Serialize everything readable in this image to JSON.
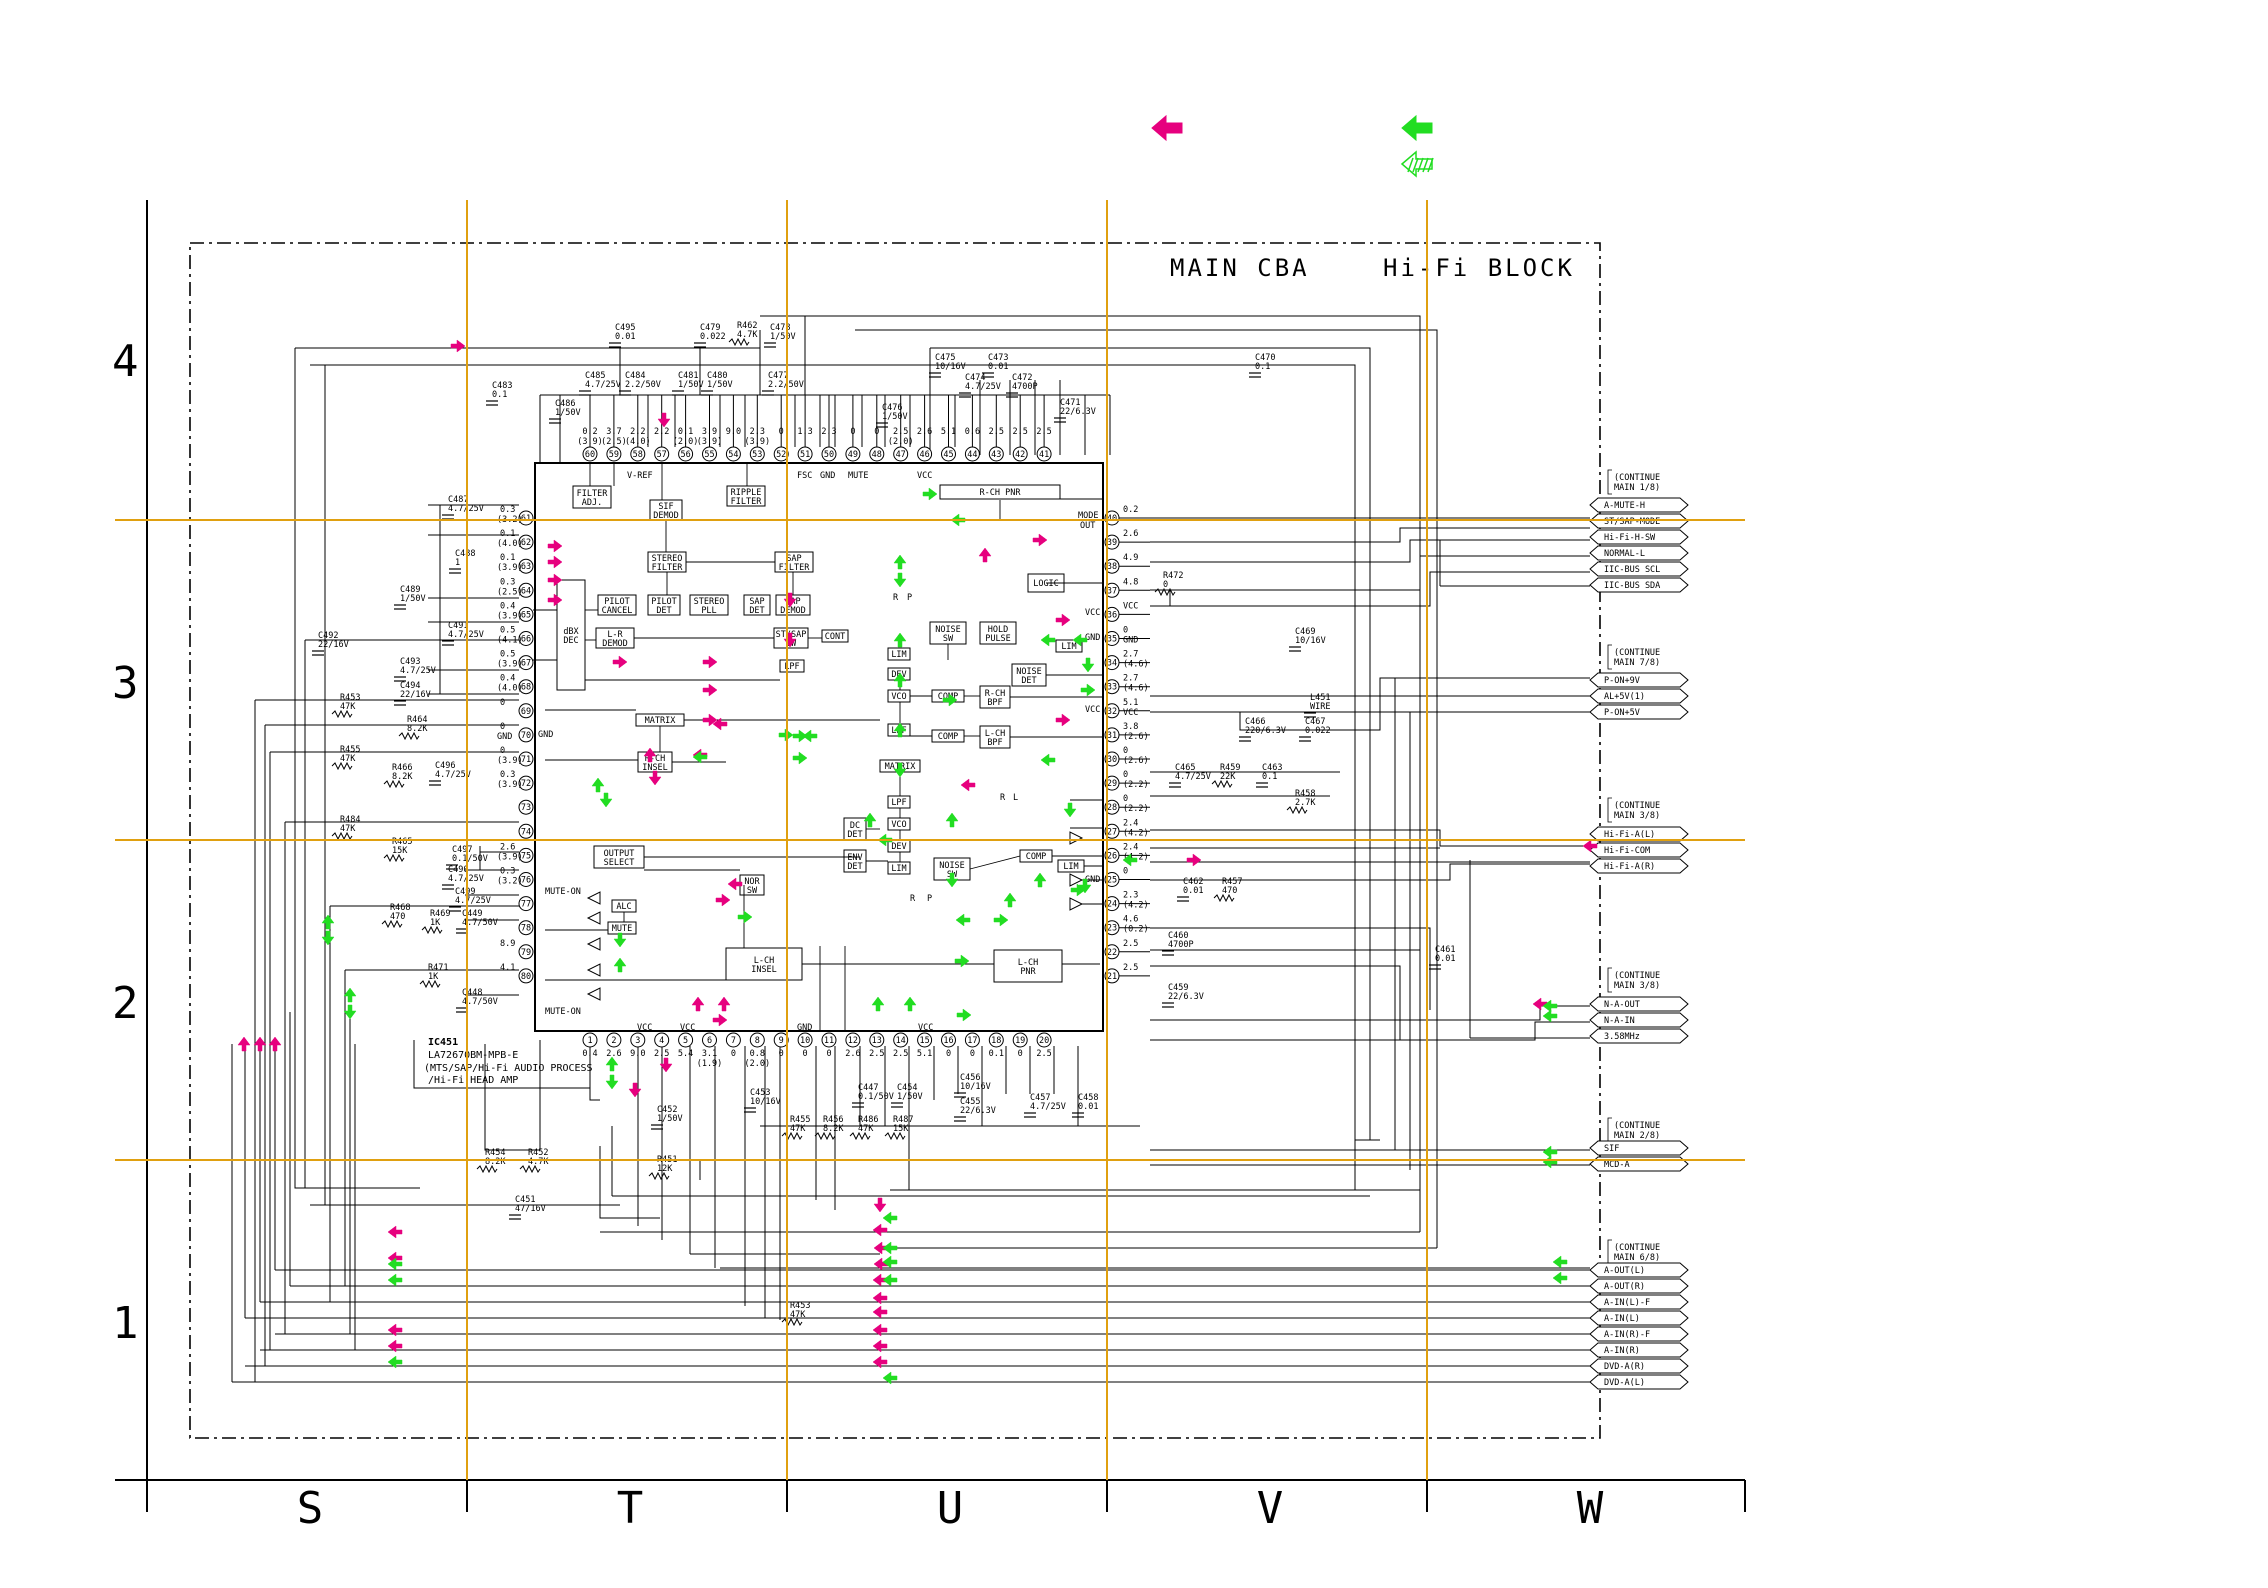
{
  "titles": {
    "board": "MAIN CBA",
    "block": "Hi-Fi BLOCK"
  },
  "colors": {
    "pink": "#e6007e",
    "green": "#22dd22",
    "grid": "#e0a010",
    "line": "#000000"
  },
  "grid": {
    "rows": [
      "4",
      "3",
      "2",
      "1"
    ],
    "cols": [
      "S",
      "T",
      "U",
      "V",
      "W"
    ]
  },
  "ic": {
    "ref": "IC451",
    "part": "LA72670BM-MPB-E",
    "desc1": "(MTS/SAP/Hi-Fi AUDIO PROCESS",
    "desc2": "/Hi-Fi HEAD AMP"
  },
  "blocks": [
    {
      "id": "filter-adj",
      "l1": "FILTER",
      "l2": "ADJ."
    },
    {
      "id": "sif-demod",
      "l1": "SIF",
      "l2": "DEMOD"
    },
    {
      "id": "ripple-filter",
      "l1": "RIPPLE",
      "l2": "FILTER"
    },
    {
      "id": "stereo-filter",
      "l1": "STEREO",
      "l2": "FILTER"
    },
    {
      "id": "sap-filter",
      "l1": "SAP",
      "l2": "FILTER"
    },
    {
      "id": "pilot-cancel",
      "l1": "PILOT",
      "l2": "CANCEL"
    },
    {
      "id": "pilot-det",
      "l1": "PILOT",
      "l2": "DET"
    },
    {
      "id": "stereo-pll",
      "l1": "STEREO",
      "l2": "PLL"
    },
    {
      "id": "sap-det",
      "l1": "SAP",
      "l2": "DET"
    },
    {
      "id": "sap-demod",
      "l1": "SAP",
      "l2": "DEMOD"
    },
    {
      "id": "lr-demod",
      "l1": "L-R",
      "l2": "DEMOD"
    },
    {
      "id": "dbx-dec",
      "l1": "dBX",
      "l2": "DEC"
    },
    {
      "id": "st-sap-sw",
      "l1": "ST/SAP",
      "l2": "SW"
    },
    {
      "id": "cont",
      "l1": "CONT",
      "l2": ""
    },
    {
      "id": "lpf-a",
      "l1": "LPF",
      "l2": ""
    },
    {
      "id": "matrix-a",
      "l1": "MATRIX",
      "l2": ""
    },
    {
      "id": "rch-insel",
      "l1": "R-CH",
      "l2": "INSEL"
    },
    {
      "id": "output-select",
      "l1": "OUTPUT",
      "l2": "SELECT"
    },
    {
      "id": "alc",
      "l1": "ALC",
      "l2": ""
    },
    {
      "id": "mute",
      "l1": "MUTE",
      "l2": ""
    },
    {
      "id": "nor-sw",
      "l1": "NOR",
      "l2": "SW"
    },
    {
      "id": "lch-insel",
      "l1": "L-CH",
      "l2": "INSEL"
    },
    {
      "id": "rch-pnr",
      "l1": "R-CH PNR",
      "l2": ""
    },
    {
      "id": "logic",
      "l1": "LOGIC",
      "l2": ""
    },
    {
      "id": "noise-sw-a",
      "l1": "NOISE",
      "l2": "SW"
    },
    {
      "id": "hold-pulse",
      "l1": "HOLD",
      "l2": "PULSE"
    },
    {
      "id": "lim-a",
      "l1": "LIM",
      "l2": ""
    },
    {
      "id": "dev",
      "l1": "DEV",
      "l2": ""
    },
    {
      "id": "vco-a",
      "l1": "VCO",
      "l2": ""
    },
    {
      "id": "comp-a",
      "l1": "COMP",
      "l2": ""
    },
    {
      "id": "rch-bpf",
      "l1": "R-CH",
      "l2": "BPF"
    },
    {
      "id": "noise-det",
      "l1": "NOISE",
      "l2": "DET"
    },
    {
      "id": "lim-b",
      "l1": "LIM",
      "l2": ""
    },
    {
      "id": "lpf-b",
      "l1": "LPF",
      "l2": ""
    },
    {
      "id": "comp-b",
      "l1": "COMP",
      "l2": ""
    },
    {
      "id": "lch-bpf",
      "l1": "L-CH",
      "l2": "BPF"
    },
    {
      "id": "matrix-b",
      "l1": "MATRIX",
      "l2": ""
    },
    {
      "id": "lpf-c",
      "l1": "LPF",
      "l2": ""
    },
    {
      "id": "vco-b",
      "l1": "VCO",
      "l2": ""
    },
    {
      "id": "dc-det",
      "l1": "DC",
      "l2": "DET"
    },
    {
      "id": "env-det",
      "l1": "ENV",
      "l2": "DET"
    },
    {
      "id": "dev-b",
      "l1": "DEV",
      "l2": ""
    },
    {
      "id": "lim-c",
      "l1": "LIM",
      "l2": ""
    },
    {
      "id": "noise-sw-b",
      "l1": "NOISE",
      "l2": "SW"
    },
    {
      "id": "comp-c",
      "l1": "COMP",
      "l2": ""
    },
    {
      "id": "lch-pnr",
      "l1": "L-CH",
      "l2": "PNR"
    },
    {
      "id": "lim-d",
      "l1": "LIM",
      "l2": ""
    }
  ],
  "connectors": [
    {
      "cont": "(CONTINUE",
      "main": "MAIN 1/8)",
      "signals": [
        "A-MUTE-H",
        "ST/SAP-MODE",
        "Hi-Fi-H-SW",
        "NORMAL-L",
        "IIC-BUS SCL",
        "IIC-BUS SDA"
      ]
    },
    {
      "cont": "(CONTINUE",
      "main": "MAIN 7/8)",
      "signals": [
        "P-ON+9V",
        "AL+5V(1)",
        "P-ON+5V"
      ]
    },
    {
      "cont": "(CONTINUE",
      "main": "MAIN 3/8)",
      "signals": [
        "Hi-Fi-A(L)",
        "Hi-Fi-COM",
        "Hi-Fi-A(R)"
      ]
    },
    {
      "cont": "(CONTINUE",
      "main": "MAIN 3/8)",
      "signals": [
        "N-A-OUT",
        "N-A-IN",
        "3.58MHz"
      ]
    },
    {
      "cont": "(CONTINUE",
      "main": "MAIN 2/8)",
      "signals": [
        "SIF",
        "MCD-A"
      ]
    },
    {
      "cont": "(CONTINUE",
      "main": "MAIN 6/8)",
      "signals": [
        "A-OUT(L)",
        "A-OUT(R)",
        "A-IN(L)-F",
        "A-IN(L)",
        "A-IN(R)-F",
        "A-IN(R)",
        "DVD-A(R)",
        "DVD-A(L)"
      ]
    }
  ],
  "pins_top": [
    "60",
    "59",
    "58",
    "57",
    "56",
    "55",
    "54",
    "53",
    "52",
    "51",
    "50",
    "49",
    "48",
    "47",
    "46",
    "45",
    "44",
    "43",
    "42",
    "41"
  ],
  "pins_top_v": [
    "0.2",
    "3.7",
    "2.2",
    "2.2",
    "0.1",
    "3.9",
    "9.0",
    "2.3",
    "0",
    "1.3",
    "2.3",
    "0",
    "0",
    "2.5",
    "2.6",
    "5.1",
    "0.6",
    "2.5",
    "2.5",
    "2.5"
  ],
  "pins_top_v2": [
    "(3.9)",
    "(2.5)",
    "(4.0)",
    "",
    "(2.0)",
    "(3.9)",
    "",
    "(3.9)",
    "",
    "",
    "",
    "",
    "",
    "(2.0)",
    "",
    "",
    "",
    "",
    "",
    ""
  ],
  "pins_bottom": [
    "1",
    "2",
    "3",
    "4",
    "5",
    "6",
    "7",
    "8",
    "9",
    "10",
    "11",
    "12",
    "13",
    "14",
    "15",
    "16",
    "17",
    "18",
    "19",
    "20"
  ],
  "pins_bottom_v": [
    "0.4",
    "2.6",
    "9.0",
    "2.5",
    "5.4",
    "3.1",
    "0",
    "0.8",
    "0",
    "0",
    "0",
    "2.6",
    "2.5",
    "2.5",
    "5.1",
    "0",
    "0",
    "0.1",
    "0",
    "2.5"
  ],
  "pins_bottom_v2": [
    "",
    "",
    "",
    "",
    "",
    "(1.9)",
    "",
    "(2.0)",
    "",
    "",
    "",
    "",
    "",
    "",
    "",
    "",
    "",
    "",
    "",
    ""
  ],
  "pins_left": [
    "61",
    "62",
    "63",
    "64",
    "65",
    "66",
    "67",
    "68",
    "69",
    "70",
    "71",
    "72",
    "73",
    "74",
    "75",
    "76",
    "77",
    "78",
    "79",
    "80"
  ],
  "pins_left_v": [
    "0.3",
    "0.1",
    "0.1",
    "0.3",
    "0.4",
    "0.5",
    "0.5",
    "0.4",
    "0",
    "0",
    "0",
    "0.3",
    "",
    "",
    "2.6",
    "0.3",
    "",
    "",
    "8.9",
    "4.1"
  ],
  "pins_left_v2": [
    "(3.2)",
    "(4.0)",
    "(3.9)",
    "(2.5)",
    "(3.9)",
    "(4.1)",
    "(3.9)",
    "(4.0)",
    "",
    "GND",
    "(3.9)",
    "(3.9)",
    "",
    "",
    "(3.9)",
    "(3.2)",
    "",
    "",
    "",
    ""
  ],
  "pins_right": [
    "40",
    "39",
    "38",
    "37",
    "36",
    "35",
    "34",
    "33",
    "32",
    "31",
    "30",
    "29",
    "28",
    "27",
    "26",
    "25",
    "24",
    "23",
    "22",
    "21"
  ],
  "pins_right_v": [
    "0.2",
    "2.6",
    "4.9",
    "4.8",
    "VCC",
    "0",
    "2.7",
    "2.7",
    "5.1",
    "3.8",
    "0",
    "0",
    "0",
    "2.4",
    "2.4",
    "0",
    "2.3",
    "4.6",
    "2.5",
    "2.5"
  ],
  "pins_right_v2": [
    "",
    "",
    "",
    "",
    "",
    "GND",
    "(4.6)",
    "(4.6)",
    "VCC",
    "(2.6)",
    "(2.6)",
    "(2.2)",
    "(2.2)",
    "(4.2)",
    "(4.2)",
    "",
    "(4.2)",
    "(0.2)",
    "",
    ""
  ],
  "ic_labels": {
    "vref": "V-REF",
    "fsc": "FSC",
    "gnd": "GND",
    "mute": "MUTE",
    "vcc": "VCC",
    "mode_out1": "MODE",
    "mode_out2": "OUT",
    "mute_on1": "MUTE-ON",
    "mute_on2": "MUTE-ON",
    "r": "R",
    "p": "P",
    "l": "L"
  },
  "components": [
    {
      "ref": "C495",
      "val": "0.01"
    },
    {
      "ref": "C479",
      "val": "0.022"
    },
    {
      "ref": "R462",
      "val": "4.7K"
    },
    {
      "ref": "C478",
      "val": "1/50V"
    },
    {
      "ref": "C475",
      "val": "10/16V"
    },
    {
      "ref": "C473",
      "val": "0.01"
    },
    {
      "ref": "C470",
      "val": "0.1"
    },
    {
      "ref": "C483",
      "val": "0.1"
    },
    {
      "ref": "C485",
      "val": "4.7/25V"
    },
    {
      "ref": "C484",
      "val": "2.2/50V"
    },
    {
      "ref": "C481",
      "val": "1/50V"
    },
    {
      "ref": "C480",
      "val": "1/50V"
    },
    {
      "ref": "C477",
      "val": "2.2/50V"
    },
    {
      "ref": "C474",
      "val": "4.7/25V"
    },
    {
      "ref": "C472",
      "val": "4700P"
    },
    {
      "ref": "C471",
      "val": "22/6.3V"
    },
    {
      "ref": "C486",
      "val": "1/50V"
    },
    {
      "ref": "C476",
      "val": "1/50V"
    },
    {
      "ref": "C487",
      "val": "4.7/25V"
    },
    {
      "ref": "C488",
      "val": "1"
    },
    {
      "ref": "C489",
      "val": "1/50V"
    },
    {
      "ref": "C491",
      "val": "4.7/25V"
    },
    {
      "ref": "C492",
      "val": "22/16V"
    },
    {
      "ref": "C493",
      "val": "4.7/25V"
    },
    {
      "ref": "C494",
      "val": "22/16V"
    },
    {
      "ref": "R453",
      "val": "47K"
    },
    {
      "ref": "R464",
      "val": "8.2K"
    },
    {
      "ref": "R455",
      "val": "47K"
    },
    {
      "ref": "R466",
      "val": "8.2K"
    },
    {
      "ref": "C496",
      "val": "4.7/25V"
    },
    {
      "ref": "R484",
      "val": "47K"
    },
    {
      "ref": "R465",
      "val": "15K"
    },
    {
      "ref": "C497",
      "val": "0.1/50V"
    },
    {
      "ref": "C490",
      "val": "4.7/25V"
    },
    {
      "ref": "C499",
      "val": "4.7/25V"
    },
    {
      "ref": "R468",
      "val": "470"
    },
    {
      "ref": "R469",
      "val": "1K"
    },
    {
      "ref": "C449",
      "val": "4.7/50V"
    },
    {
      "ref": "R471",
      "val": "1K"
    },
    {
      "ref": "C448",
      "val": "4.7/50V"
    },
    {
      "ref": "R472",
      "val": "0"
    },
    {
      "ref": "C469",
      "val": "10/16V"
    },
    {
      "ref": "L451",
      "val": "WIRE"
    },
    {
      "ref": "C466",
      "val": "220/6.3V"
    },
    {
      "ref": "C467",
      "val": "0.022"
    },
    {
      "ref": "C465",
      "val": "4.7/25V"
    },
    {
      "ref": "R459",
      "val": "22K"
    },
    {
      "ref": "C463",
      "val": "0.1"
    },
    {
      "ref": "R458",
      "val": "2.7K"
    },
    {
      "ref": "C462",
      "val": "0.01"
    },
    {
      "ref": "R457",
      "val": "470"
    },
    {
      "ref": "C461",
      "val": "0.01"
    },
    {
      "ref": "C460",
      "val": "4700P"
    },
    {
      "ref": "C459",
      "val": "22/6.3V"
    },
    {
      "ref": "C453",
      "val": "10/16V"
    },
    {
      "ref": "R455b",
      "val": "47K"
    },
    {
      "ref": "R456",
      "val": "8.2K"
    },
    {
      "ref": "R486",
      "val": "47K"
    },
    {
      "ref": "R487",
      "val": "15K"
    },
    {
      "ref": "C447",
      "val": "0.1/50V"
    },
    {
      "ref": "C454",
      "val": "1/50V"
    },
    {
      "ref": "C456",
      "val": "10/16V"
    },
    {
      "ref": "C455",
      "val": "22/6.3V"
    },
    {
      "ref": "C457",
      "val": "4.7/25V"
    },
    {
      "ref": "C458",
      "val": "0.01"
    },
    {
      "ref": "C452",
      "val": "1/50V"
    },
    {
      "ref": "R454",
      "val": "8.2K"
    },
    {
      "ref": "R452",
      "val": "4.7K"
    },
    {
      "ref": "R451",
      "val": "12K"
    },
    {
      "ref": "C451",
      "val": "47/16V"
    },
    {
      "ref": "R453b",
      "val": "47K"
    }
  ]
}
